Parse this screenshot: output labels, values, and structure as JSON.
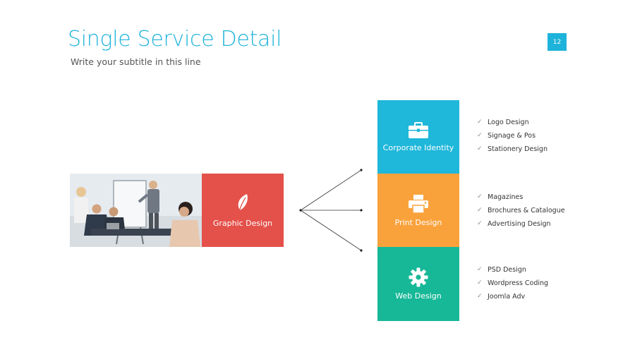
{
  "slide": {
    "title": "Single Service Detail",
    "subtitle": "Write your subtitle in this line",
    "page_number": "12"
  },
  "colors": {
    "accent": "#1eb3da",
    "graphic": "#e4514a",
    "corporate": "#1fb7da",
    "print": "#f9a23c",
    "web": "#17b898"
  },
  "graphic_design": {
    "label": "Graphic Design",
    "icon": "leaf-icon"
  },
  "services": [
    {
      "label": "Corporate Identity",
      "icon": "briefcase-icon",
      "items": [
        "Logo Design",
        "Signage & Pos",
        "Stationery Design"
      ]
    },
    {
      "label": "Print Design",
      "icon": "printer-icon",
      "items": [
        "Magazines",
        "Brochures & Catalogue",
        "Advertising Design"
      ]
    },
    {
      "label": "Web Design",
      "icon": "gear-icon",
      "items": [
        "PSD Design",
        "Wordpress Coding",
        "Joomla Adv"
      ]
    }
  ]
}
